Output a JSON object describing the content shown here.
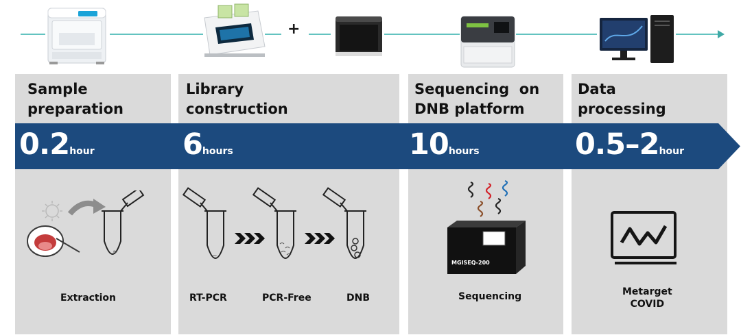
{
  "plus_sign": "+",
  "steps": [
    {
      "title_line1": "Sample",
      "title_line2": "preparation",
      "time_value": "0.2",
      "time_unit": "hour"
    },
    {
      "title_line1": "Library",
      "title_line2": "construction",
      "time_value": "6",
      "time_unit": "hours"
    },
    {
      "title_line1": "Sequencing  on",
      "title_line2": "DNB platform",
      "time_value": "10",
      "time_unit": "hours"
    },
    {
      "title_line1": "Data",
      "title_line2": "processing",
      "time_value": "0.5–2",
      "time_unit": "hour"
    }
  ],
  "captions": {
    "extraction": "Extraction",
    "rt_pcr": "RT-PCR",
    "pcr_free": "PCR-Free",
    "dnb": "DNB",
    "sequencing": "Sequencing",
    "metarget_line1": "Metarget",
    "metarget_line2": "COVID"
  },
  "sequencer_label": "MGISEQ-200",
  "colors": {
    "band": "#1c4a7e",
    "panel": "#dadada",
    "timeline": "#63c3c0",
    "dna_red": "#d2232a",
    "dna_blue": "#1f6fb6",
    "dna_brown": "#8b4f2a",
    "dna_black": "#222222"
  }
}
